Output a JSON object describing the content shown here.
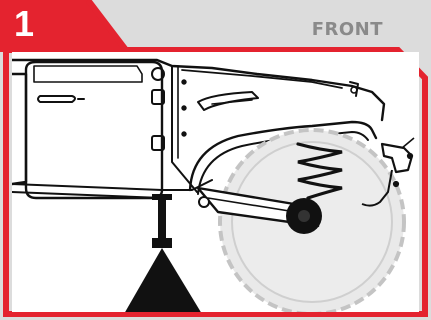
{
  "step": {
    "number": "1"
  },
  "view": {
    "label": "FRONT"
  },
  "colors": {
    "accent": "#e4232f",
    "background": "#dcdcdc",
    "label_gray": "#8a8a8a",
    "line": "#111111",
    "tire_fill": "#e6e6e6",
    "tire_outline": "#c8c8c8"
  },
  "illustration": {
    "subject": "vehicle-side-view",
    "parts": [
      "door",
      "door-handle",
      "door-hinges",
      "fender-flare",
      "coil-spring",
      "control-arm",
      "tire",
      "jack-stand"
    ]
  }
}
